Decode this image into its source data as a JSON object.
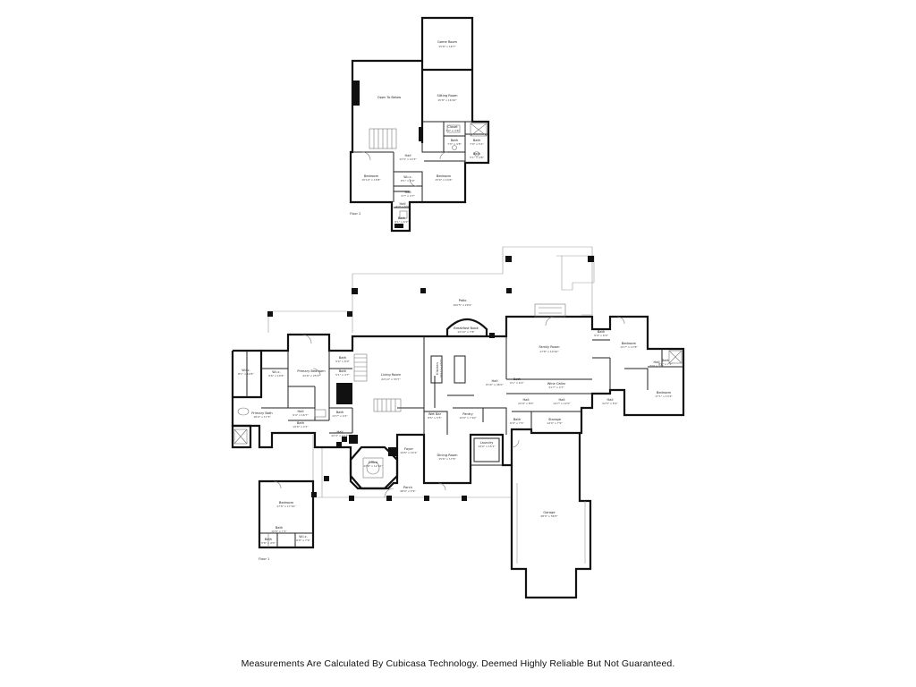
{
  "floor_plan": {
    "floors": [
      {
        "label": "Floor 2",
        "rooms": [
          {
            "name": "Game Room",
            "size": "15'8\" x 16'7\""
          },
          {
            "name": "Open To Below",
            "size": ""
          },
          {
            "name": "Sitting Room",
            "size": "15'8\" x 16'10\""
          },
          {
            "name": "Closet",
            "size": "7'0\" x 3'6\""
          },
          {
            "name": "Bath",
            "size": "7'0\" x 4'8\""
          },
          {
            "name": "Bath",
            "size": "7'9\" x 5'1\""
          },
          {
            "name": "Hall",
            "size": "13'3\" x 14'3\""
          },
          {
            "name": "Bath",
            "size": "5'1\" x 4'8\""
          },
          {
            "name": "Bedroom",
            "size": "15'10\" x 15'8\""
          },
          {
            "name": "Bedroom",
            "size": "15'6\" x 14'6\""
          },
          {
            "name": "W.i.c.",
            "size": "8'1\" x 5'9\""
          },
          {
            "name": "Hall",
            "size": "3'7\" x 3'7\""
          },
          {
            "name": "Hall",
            "size": "4'7\" x 8'0\""
          },
          {
            "name": "Bath",
            "size": "8'1\" x 6'2\""
          }
        ]
      },
      {
        "label": "Floor 1",
        "rooms": [
          {
            "name": "Patio",
            "size": "105'5\" x 29'4\""
          },
          {
            "name": "Breakfast Nook",
            "size": "12'10\" x 7'8\""
          },
          {
            "name": "Family Room",
            "size": "17'8\" x 19'10\""
          },
          {
            "name": "Bedroom",
            "size": "13'7\" x 17'8\""
          },
          {
            "name": "Bath",
            "size": "9'4\" x 6'0\""
          },
          {
            "name": "Hall",
            "size": "3'0\" x 3'7\""
          },
          {
            "name": "Bath",
            "size": "8'6\" x 7'1\""
          },
          {
            "name": "Bedroom",
            "size": "17'1\" x 13'4\""
          },
          {
            "name": "W.i.c.",
            "size": "8'1\" x 10'6\""
          },
          {
            "name": "W.i.c.",
            "size": "9'6\" x 10'6\""
          },
          {
            "name": "Primary Bedroom",
            "size": "22'6\" x 25'3\""
          },
          {
            "name": "Bath",
            "size": "5'0\" x 8'0\""
          },
          {
            "name": "Bath",
            "size": "5'1\" x 4'7\""
          },
          {
            "name": "Primary Bath",
            "size": "18'9\" x 17'3\""
          },
          {
            "name": "Hall",
            "size": "9'4\" x 16'7\""
          },
          {
            "name": "Bath",
            "size": "10'6\" x 4'1\""
          },
          {
            "name": "Bath",
            "size": "13'7\" x 9'1\""
          },
          {
            "name": "Hall",
            "size": "22'4\" x 13'3\""
          },
          {
            "name": "Living Room",
            "size": "22'10\" x 33'7\""
          },
          {
            "name": "Kitchen",
            "size": "16'11\" x 23'3\""
          },
          {
            "name": "Hall",
            "size": "8'10\" x 36'0\""
          },
          {
            "name": "Bath",
            "size": "6'1\" x 6'1\""
          },
          {
            "name": "Wine Cellar",
            "size": "31'7\" x 4'7\""
          },
          {
            "name": "Hall",
            "size": "22'9\" x 8'0\""
          },
          {
            "name": "Bath",
            "size": "6'9\" x 7'1\""
          },
          {
            "name": "Hall",
            "size": "14'7\" x 12'0\""
          },
          {
            "name": "Hall",
            "size": "22'5\" x 8'2\""
          },
          {
            "name": "Storage",
            "size": "14'0\" x 7'9\""
          },
          {
            "name": "Wet Bar",
            "size": "8'5\" x 5'5\""
          },
          {
            "name": "Pantry",
            "size": "14'9\" x 7'10\""
          },
          {
            "name": "Foyer",
            "size": "19'6\" x 10'1\""
          },
          {
            "name": "Office",
            "size": "13'6\" x 12'10\""
          },
          {
            "name": "Dining Room",
            "size": "15'6\" x 17'6\""
          },
          {
            "name": "Laundry",
            "size": "14'0\" x 15'1\""
          },
          {
            "name": "Porch",
            "size": "48'0\" x 5'9\""
          },
          {
            "name": "Garage",
            "size": "28'0\" x 56'5\""
          },
          {
            "name": "Bedroom",
            "size": "17'6\" x 17'10\""
          },
          {
            "name": "Bath",
            "size": "10'6\" x 7'1\""
          },
          {
            "name": "W.i.c.",
            "size": "6'6\" x 7'9\""
          },
          {
            "name": "Bath",
            "size": "5'8\" x 4'0\""
          }
        ]
      }
    ],
    "disclaimer": "Measurements Are Calculated By Cubicasa Technology. Deemed Highly Reliable But Not Guaranteed."
  }
}
